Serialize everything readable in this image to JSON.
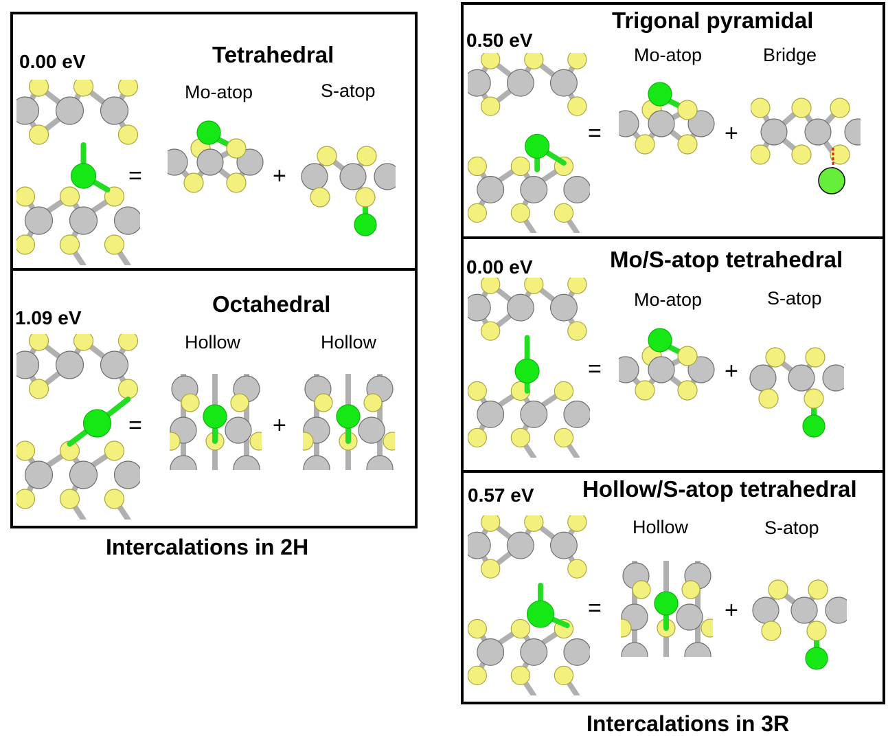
{
  "panels_2h": [
    {
      "energy": "0.00 eV",
      "title": "Tetrahedral",
      "site_a": "Mo-atop",
      "site_b": "S-atop",
      "eq": "=",
      "plus": "+"
    },
    {
      "energy": "1.09 eV",
      "title": "Octahedral",
      "site_a": "Hollow",
      "site_b": "Hollow",
      "eq": "=",
      "plus": "+"
    }
  ],
  "panels_3r": [
    {
      "energy": "0.50 eV",
      "title": "Trigonal pyramidal",
      "site_a": "Mo-atop",
      "site_b": "Bridge",
      "eq": "=",
      "plus": "+"
    },
    {
      "energy": "0.00 eV",
      "title": "Mo/S-atop tetrahedral",
      "site_a": "Mo-atop",
      "site_b": "S-atop",
      "eq": "=",
      "plus": "+"
    },
    {
      "energy": "0.57 eV",
      "title": "Hollow/S-atop tetrahedral",
      "site_a": "Hollow",
      "site_b": "S-atop",
      "eq": "=",
      "plus": "+"
    }
  ],
  "captions": {
    "h2": "Intercalations in 2H",
    "r3": "Intercalations in 3R"
  },
  "colors": {
    "mo": "#c2c2c2",
    "s": "#f4f07e",
    "li": "#16e816",
    "bridge_li": "#66ee3a",
    "bridge_line": "#dd2222",
    "border": "#000000"
  }
}
